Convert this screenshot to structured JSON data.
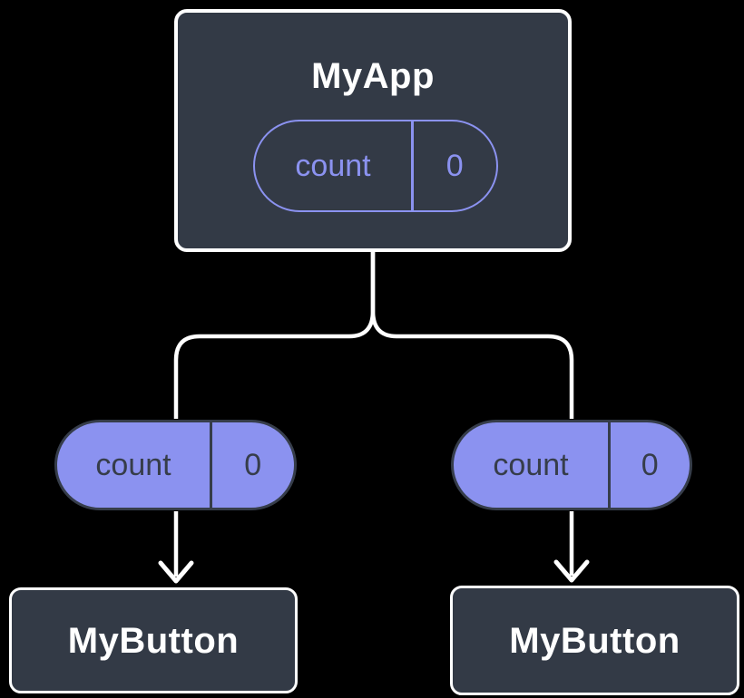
{
  "diagram": {
    "background": "#000000",
    "root_node": {
      "title": "MyApp",
      "state_pill": {
        "label": "count",
        "value": "0"
      }
    },
    "prop_pills": [
      {
        "label": "count",
        "value": "0"
      },
      {
        "label": "count",
        "value": "0"
      }
    ],
    "child_nodes": [
      {
        "title": "MyButton"
      },
      {
        "title": "MyButton"
      }
    ],
    "colors": {
      "node_fill": "#333A46",
      "node_border": "#FFFFFF",
      "accent_purple": "#8B92F0",
      "pill_dark_text": "#363D4A",
      "connector_line": "#FFFFFF",
      "title_text": "#FFFFFF"
    }
  }
}
